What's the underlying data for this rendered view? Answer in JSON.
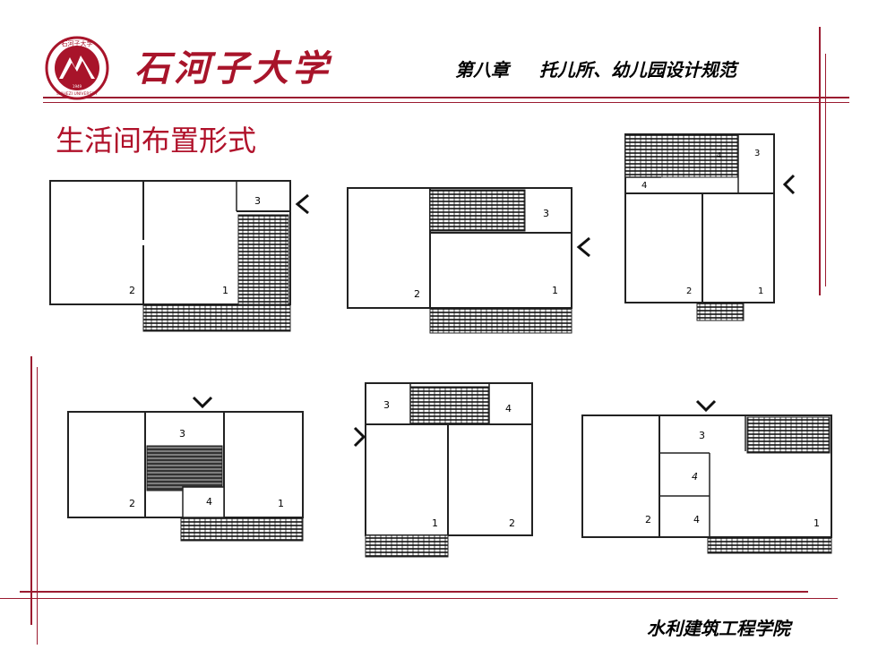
{
  "header": {
    "brand": "石河子大学",
    "chapter_no": "第八章",
    "chapter_title": "托儿所、幼儿园设计规范",
    "logo_text_top": "石河子大学",
    "logo_text_bottom": "SHIHEZI UNIVERSITY",
    "logo_year": "1949"
  },
  "slide": {
    "title": "生活间布置形式"
  },
  "footer": {
    "college": "水利建筑工程学院"
  },
  "plans": {
    "p1": {
      "n1": "1",
      "n2": "2",
      "n3": "3"
    },
    "p2": {
      "n1": "1",
      "n2": "2",
      "n3": "3"
    },
    "p3": {
      "n1": "1",
      "n2": "2",
      "n3": "3",
      "n4": "4",
      "n4b": "4"
    },
    "p4": {
      "n1": "1",
      "n2": "2",
      "n3": "3",
      "n4": "4"
    },
    "p5": {
      "n1": "1",
      "n2": "2",
      "n3": "3",
      "n4": "4"
    },
    "p6": {
      "n1": "1",
      "n2": "2",
      "n3": "3",
      "n4": "4",
      "n4b": "4"
    }
  }
}
